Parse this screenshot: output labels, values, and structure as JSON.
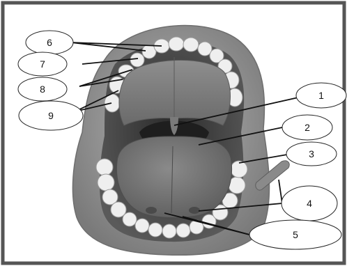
{
  "diagram": {
    "subject": "oral-cavity",
    "colors": {
      "frame": "#555555",
      "lip": "#8f8f8f",
      "cavity": "#3e3e3e",
      "palate": "#787878",
      "tongue": "#6c6c6c",
      "teeth": "#efefef"
    },
    "labels": [
      "6",
      "7",
      "8",
      "9",
      "1",
      "2",
      "3",
      "4",
      "5"
    ]
  }
}
